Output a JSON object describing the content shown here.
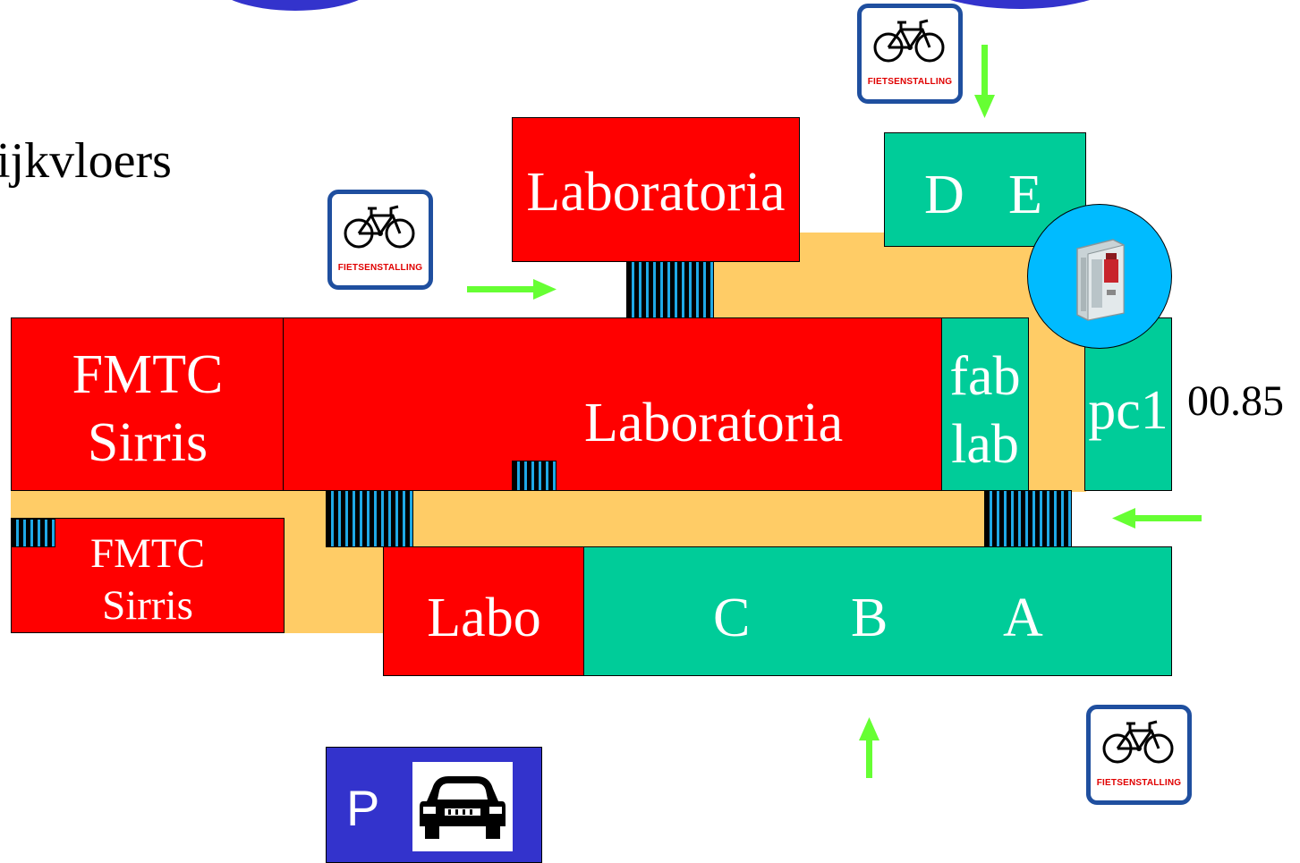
{
  "partial_title": "ijkvloers",
  "rooms": {
    "lab_top": "Laboratoria",
    "de_d": "D",
    "de_e": "E",
    "fmtc_top_line1": "FMTC",
    "fmtc_top_line2": "Sirris",
    "lab_main": "Laboratoria",
    "fablab_line1": "fab",
    "fablab_line2": "lab",
    "pc1": "pc1",
    "fmtc_bottom_line1": "FMTC",
    "fmtc_bottom_line2": "Sirris",
    "labo": "Labo",
    "c": "C",
    "b": "B",
    "a": "A"
  },
  "room_number": "00.85",
  "bike_sign_caption": "FIETSENSTALLING",
  "parking_letter": "P",
  "icons": [
    "bicycle-icon",
    "car-icon",
    "vending-machine-icon",
    "arrow-icon"
  ],
  "colors": {
    "laboratory": "#ff0000",
    "classroom": "#00cc99",
    "corridor": "#ffcc66",
    "arrow": "#66ff33",
    "stairs": "#1fa9e6",
    "parking": "#3333cc",
    "vending_circle": "#00bbff",
    "sign_border": "#1f4f9f"
  }
}
